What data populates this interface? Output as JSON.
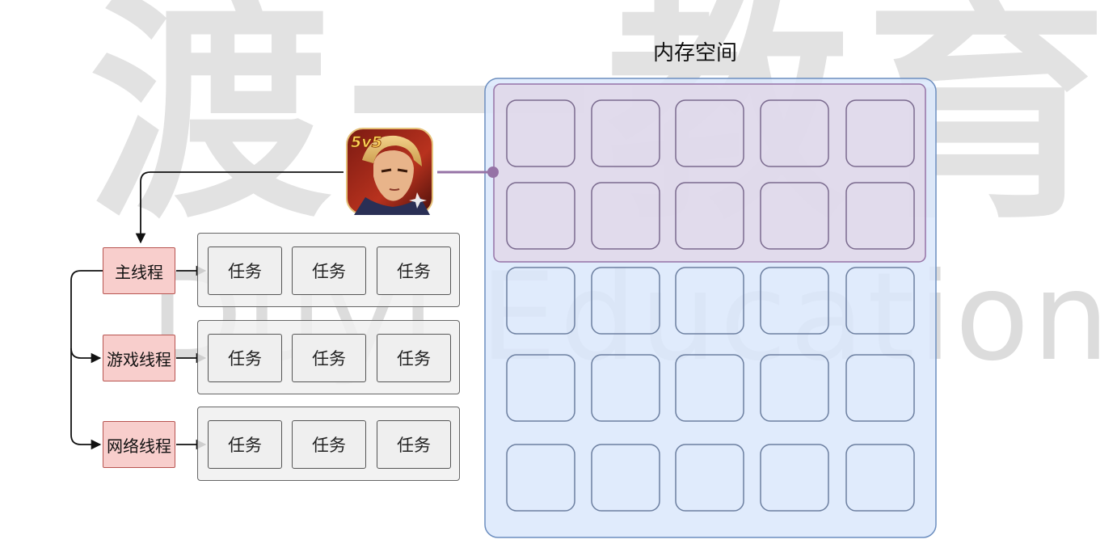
{
  "watermark": {
    "chinese": "渡一教育",
    "english": "Duyi Education"
  },
  "memory": {
    "title": "内存空间",
    "rows": 5,
    "cols": 5,
    "allocated_rows": 2
  },
  "app": {
    "icon_name": "game-app-icon",
    "badge": "5v5"
  },
  "threads": [
    {
      "label": "主线程",
      "tasks": [
        "任务",
        "任务",
        "任务"
      ]
    },
    {
      "label": "游戏线程",
      "tasks": [
        "任务",
        "任务",
        "任务"
      ]
    },
    {
      "label": "网络线程",
      "tasks": [
        "任务",
        "任务",
        "任务"
      ]
    }
  ],
  "colors": {
    "memory_fill": "#dae8fc",
    "memory_stroke": "#6c8ebf",
    "allocated_fill": "#e1d5e7",
    "allocated_stroke": "#9673a6",
    "thread_fill": "#f8cecc",
    "thread_stroke": "#b85450",
    "queue_fill": "#f5f5f5",
    "connector": "#9673a6"
  }
}
